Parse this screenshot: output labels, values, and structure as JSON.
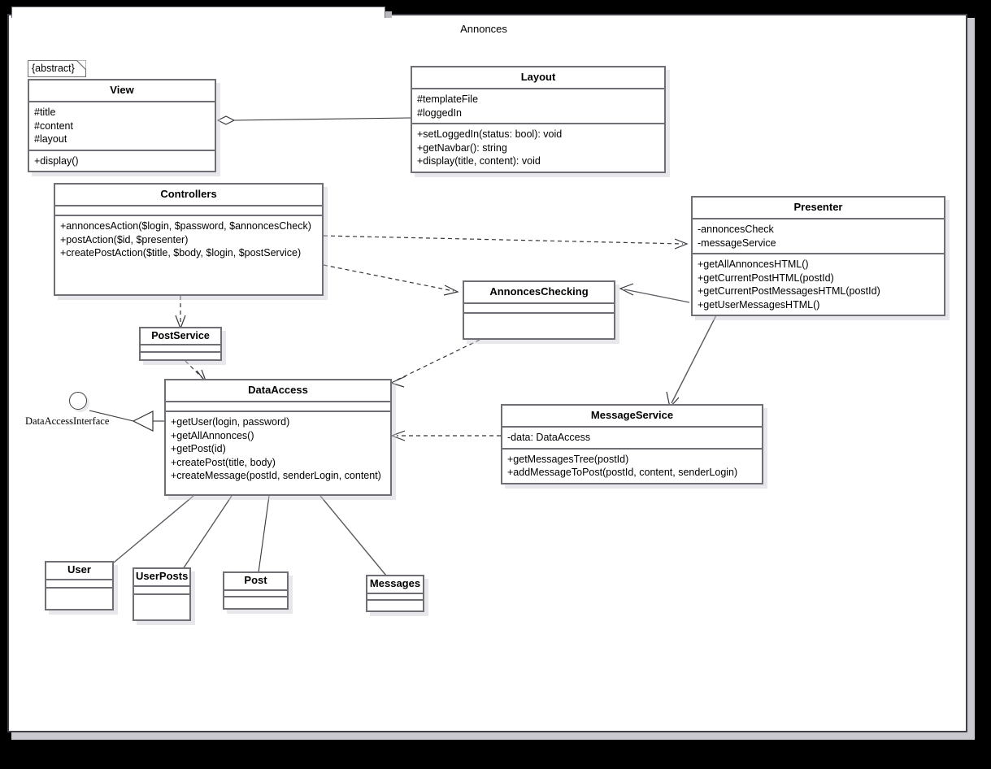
{
  "package": {
    "title": "Annonces"
  },
  "notes": [
    {
      "id": "abstract-note",
      "text": "{abstract}"
    }
  ],
  "interfaces": [
    {
      "id": "data-access-interface",
      "label": "DataAccessInterface",
      "icon": "ball-icon"
    }
  ],
  "classes": [
    {
      "id": "view",
      "name": "View",
      "attributes": [
        "#title",
        "#content",
        "#layout"
      ],
      "operations": [
        "+display()"
      ]
    },
    {
      "id": "layout",
      "name": "Layout",
      "attributes": [
        "#templateFile",
        "#loggedIn"
      ],
      "operations": [
        "+setLoggedIn(status: bool): void",
        "+getNavbar(): string",
        "+display(title, content): void"
      ]
    },
    {
      "id": "controllers",
      "name": "Controllers",
      "attributes": [],
      "operations": [
        "+annoncesAction($login, $password, $annoncesCheck)",
        "+postAction($id, $presenter)",
        "+createPostAction($title, $body, $login, $postService)"
      ]
    },
    {
      "id": "presenter",
      "name": "Presenter",
      "attributes": [
        "-annoncesCheck",
        "-messageService"
      ],
      "operations": [
        "+getAllAnnoncesHTML()",
        "+getCurrentPostHTML(postId)",
        "+getCurrentPostMessagesHTML(postId)",
        "+getUserMessagesHTML()"
      ]
    },
    {
      "id": "annonces-checking",
      "name": "AnnoncesChecking",
      "attributes": [],
      "operations": []
    },
    {
      "id": "post-service",
      "name": "PostService",
      "attributes": [],
      "operations": []
    },
    {
      "id": "data-access",
      "name": "DataAccess",
      "attributes": [],
      "operations": [
        "+getUser(login, password)",
        "+getAllAnnonces()",
        "+getPost(id)",
        "+createPost(title, body)",
        "+createMessage(postId, senderLogin, content)"
      ]
    },
    {
      "id": "message-service",
      "name": "MessageService",
      "attributes": [
        "-data: DataAccess"
      ],
      "operations": [
        "+getMessagesTree(postId)",
        "+addMessageToPost(postId, content, senderLogin)"
      ]
    },
    {
      "id": "user",
      "name": "User",
      "attributes": [],
      "operations": []
    },
    {
      "id": "user-posts",
      "name": "UserPosts",
      "attributes": [],
      "operations": []
    },
    {
      "id": "post",
      "name": "Post",
      "attributes": [],
      "operations": []
    },
    {
      "id": "messages",
      "name": "Messages",
      "attributes": [],
      "operations": []
    }
  ],
  "relations": [
    {
      "id": "view-layout",
      "type": "aggregation",
      "from": "View",
      "to": "Layout"
    },
    {
      "id": "controllers-presenter",
      "type": "dependency",
      "from": "Controllers",
      "to": "Presenter"
    },
    {
      "id": "controllers-annonceschecking",
      "type": "dependency",
      "from": "Controllers",
      "to": "AnnoncesChecking"
    },
    {
      "id": "controllers-postservice",
      "type": "dependency",
      "from": "Controllers",
      "to": "PostService"
    },
    {
      "id": "presenter-annonceschecking",
      "type": "association",
      "from": "Presenter",
      "to": "AnnoncesChecking"
    },
    {
      "id": "presenter-messageservice",
      "type": "association",
      "from": "Presenter",
      "to": "MessageService"
    },
    {
      "id": "annonceschecking-dataaccess",
      "type": "dependency",
      "from": "AnnoncesChecking",
      "to": "DataAccess"
    },
    {
      "id": "postservice-dataaccess",
      "type": "dependency",
      "from": "PostService",
      "to": "DataAccess"
    },
    {
      "id": "messageservice-dataaccess",
      "type": "dependency",
      "from": "MessageService",
      "to": "DataAccess"
    },
    {
      "id": "dataaccess-interface",
      "type": "realization",
      "from": "DataAccess",
      "to": "DataAccessInterface"
    },
    {
      "id": "dataaccess-user",
      "type": "association",
      "from": "DataAccess",
      "to": "User"
    },
    {
      "id": "dataaccess-userposts",
      "type": "association",
      "from": "DataAccess",
      "to": "UserPosts"
    },
    {
      "id": "dataaccess-post",
      "type": "association",
      "from": "DataAccess",
      "to": "Post"
    },
    {
      "id": "dataaccess-messages",
      "type": "association",
      "from": "DataAccess",
      "to": "Messages"
    }
  ]
}
